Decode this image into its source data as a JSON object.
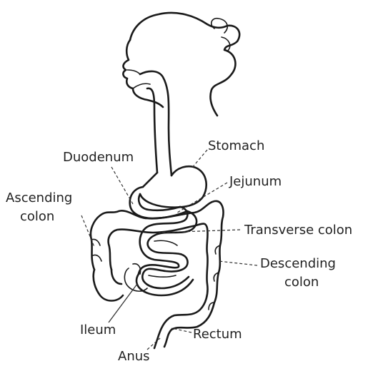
{
  "labels": {
    "stomach": "Stomach",
    "duodenum": "Duodenum",
    "jejunum": "Jejunum",
    "ascending_colon_1": "Ascending",
    "ascending_colon_2": "colon",
    "transverse_colon": "Transverse colon",
    "descending_colon_1": "Descending",
    "descending_colon_2": "colon",
    "ileum": "Ileum",
    "rectum": "Rectum",
    "anus": "Anus"
  },
  "colors": {
    "line": "#1a1a1a",
    "text": "#222222",
    "background": "#ffffff"
  }
}
